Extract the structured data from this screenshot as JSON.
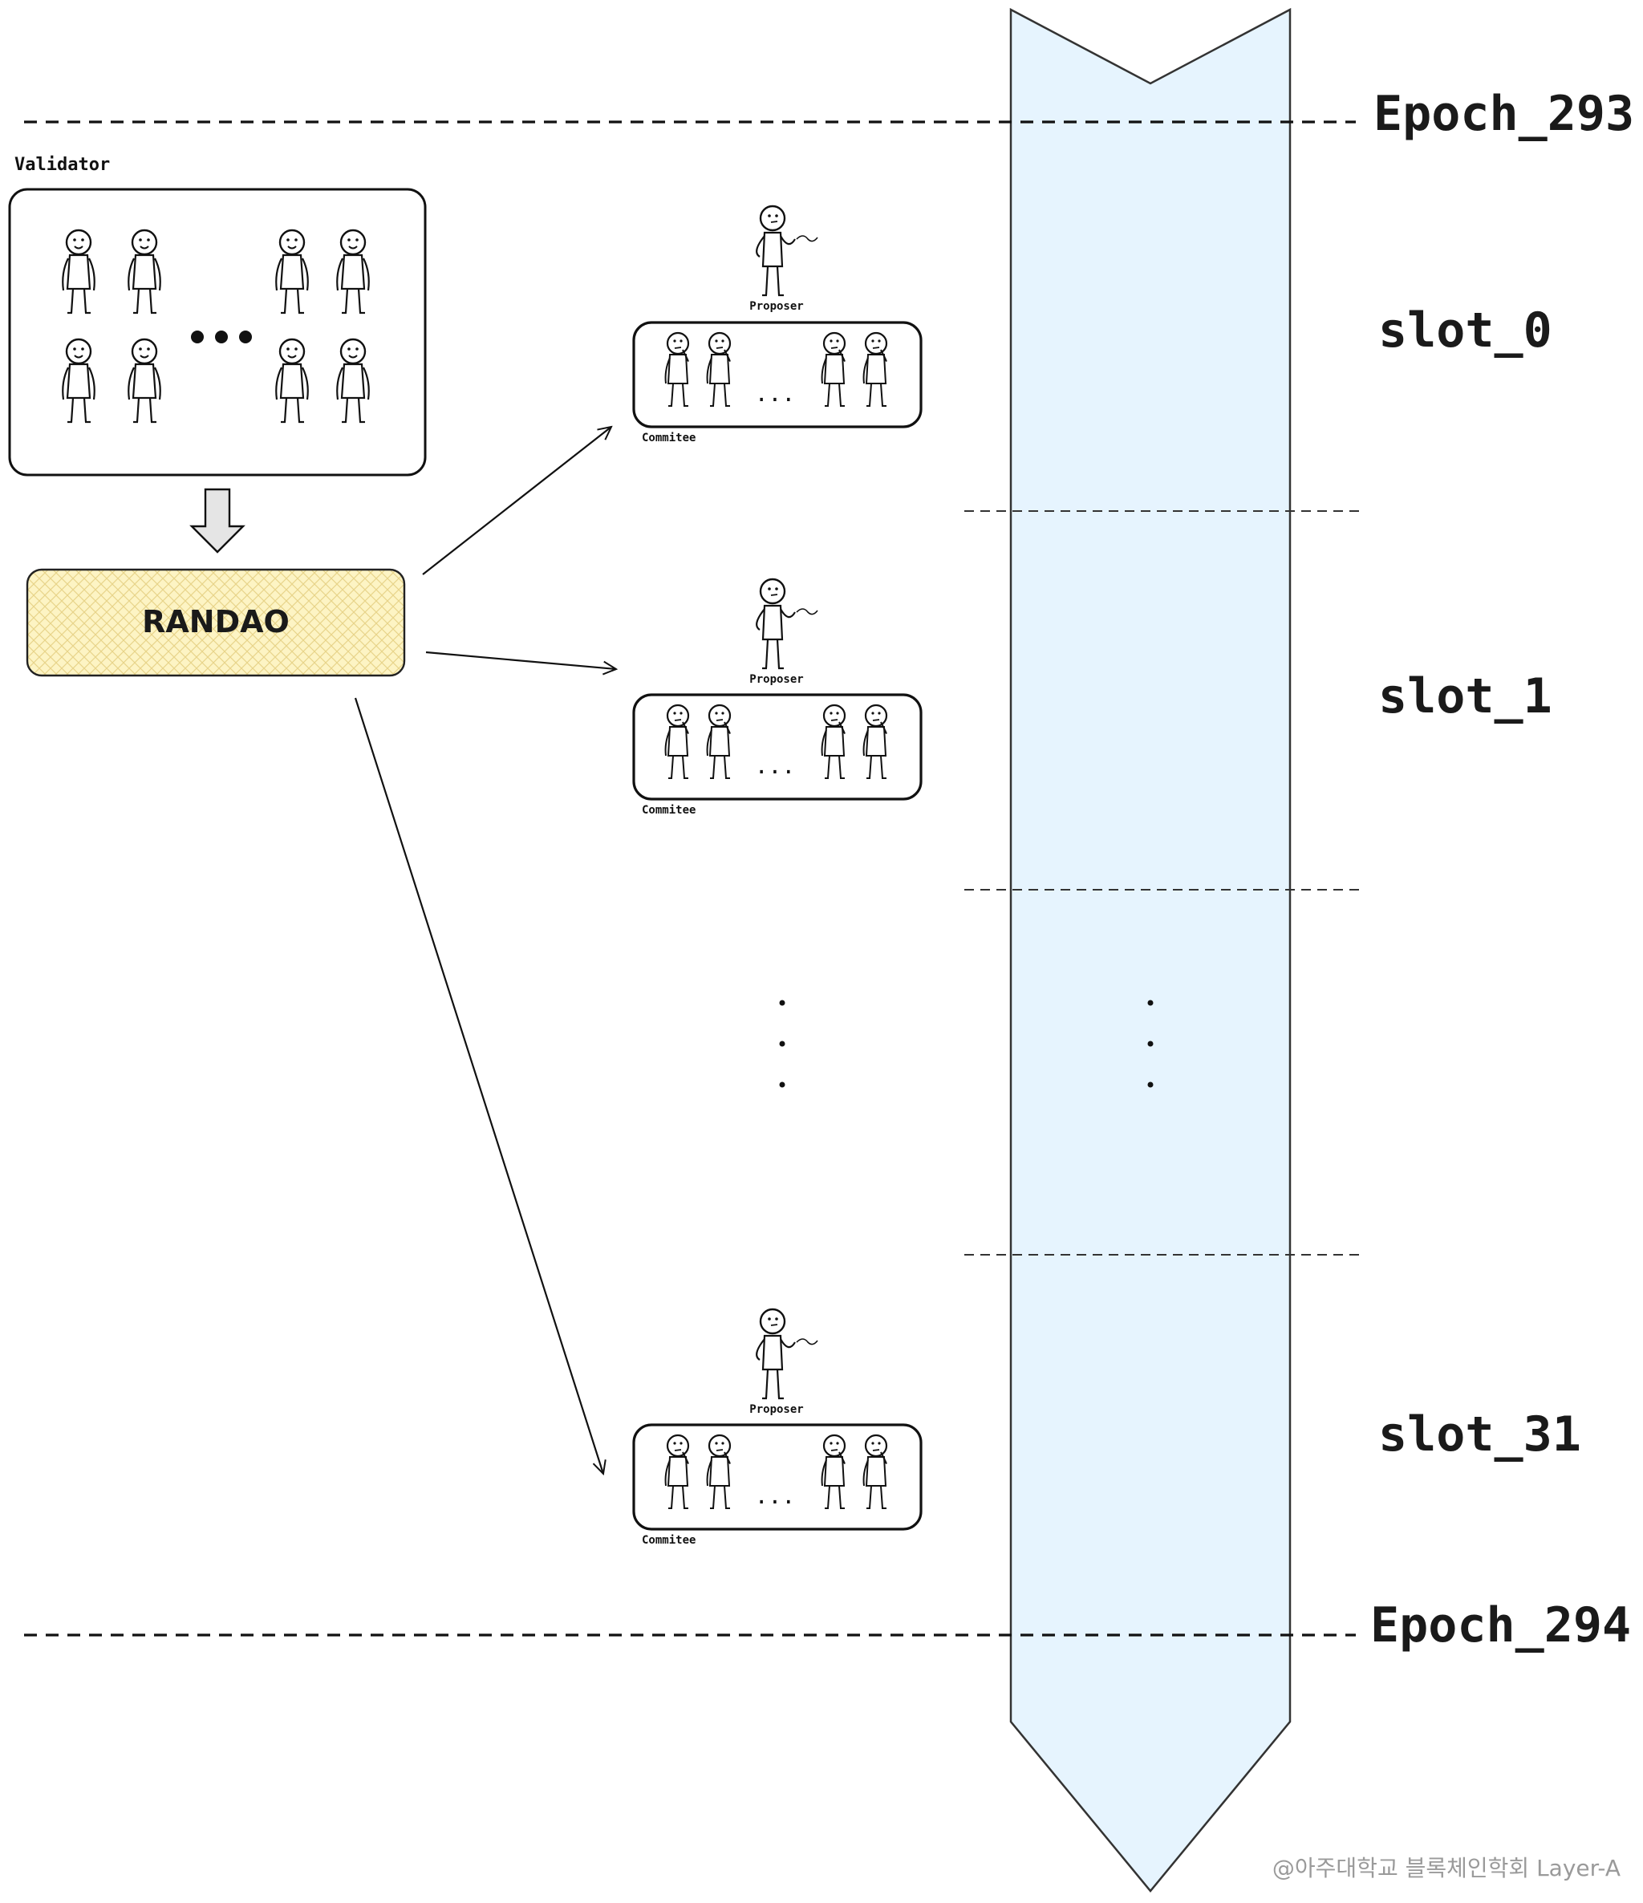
{
  "epochs": {
    "top": "Epoch_293",
    "bottom": "Epoch_294"
  },
  "slots": [
    {
      "label": "slot_0",
      "proposer_label": "Proposer",
      "committee_label": "Commitee",
      "ellipsis": "..."
    },
    {
      "label": "slot_1",
      "proposer_label": "Proposer",
      "committee_label": "Commitee",
      "ellipsis": "..."
    },
    {
      "label": "slot_31",
      "proposer_label": "Proposer",
      "committee_label": "Commitee",
      "ellipsis": "..."
    }
  ],
  "validator": {
    "label": "Validator"
  },
  "randao": {
    "label": "RANDAO",
    "fill": "#fdf4c4",
    "stroke": "#222222"
  },
  "timeline": {
    "fill": "#e6f4fe",
    "stroke": "#333333"
  },
  "watermark": "@아주대학교 블록체인학회 Layer-A"
}
